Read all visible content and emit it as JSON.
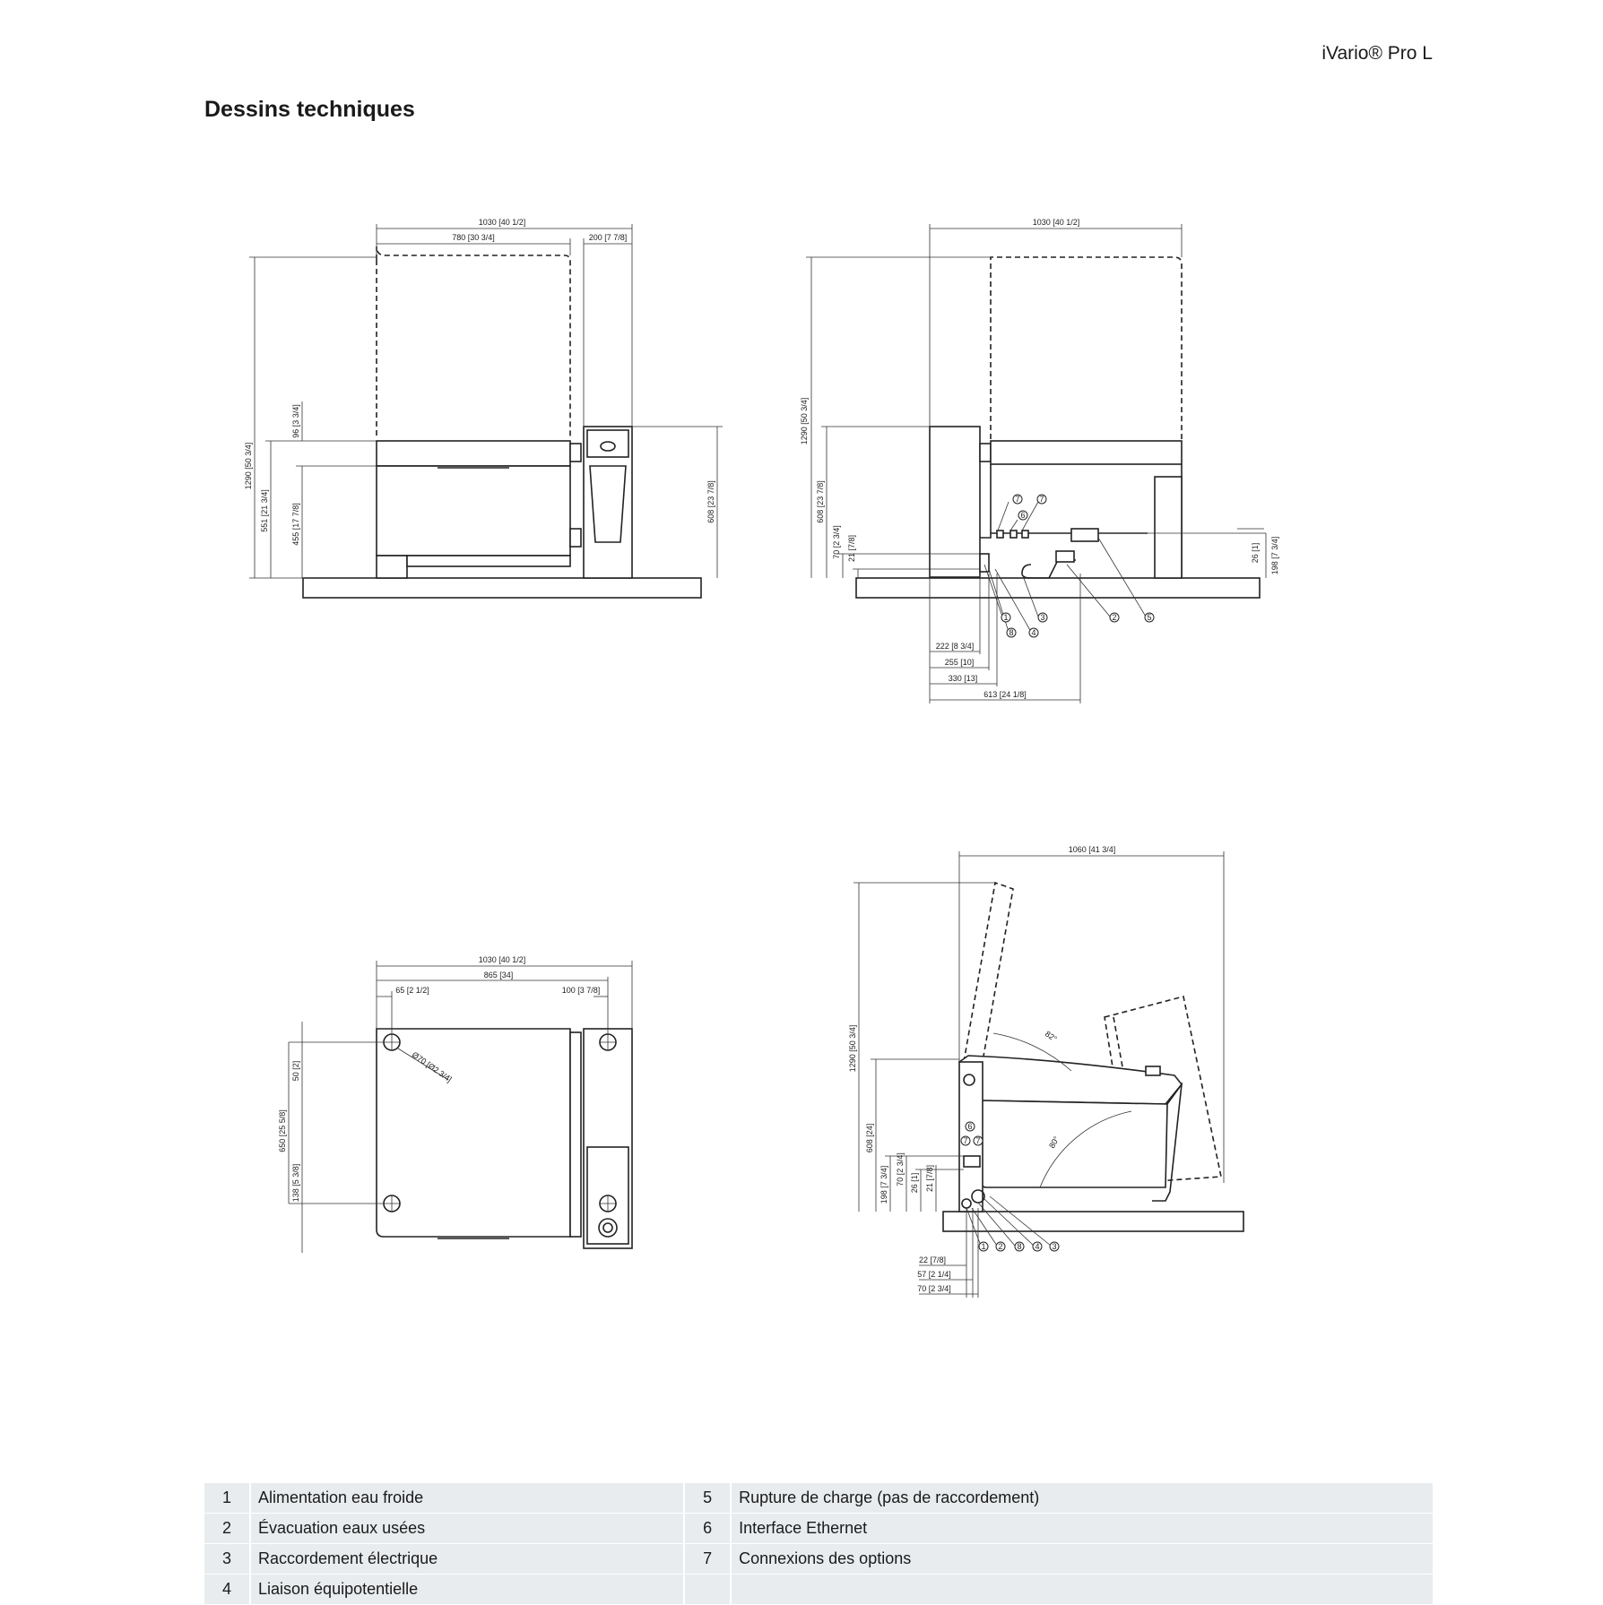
{
  "header": {
    "product": "iVario® Pro L"
  },
  "title": "Dessins techniques",
  "drawings": {
    "front": {
      "dims": [
        "1030 [40 1/2]",
        "780 [30 3/4]",
        "200 [7 7/8]",
        "1290 [50 3/4]",
        "551 [21 3/4]",
        "96 [3 3/4]",
        "455 [17 7/8]",
        "608 [23 7/8]"
      ]
    },
    "side": {
      "dims": [
        "1030 [40 1/2]",
        "1290 [50 3/4]",
        "608 [23 7/8]",
        "70 [2 3/4]",
        "21 [7/8]",
        "26 [1]",
        "198 [7 3/4]",
        "222 [8 3/4]",
        "255 [10]",
        "330 [13]",
        "613 [24 1/8]"
      ],
      "callouts": [
        "7",
        "7",
        "6",
        "1",
        "8",
        "4",
        "3",
        "2",
        "5"
      ]
    },
    "top": {
      "dims": [
        "1030 [40 1/2]",
        "865 [34]",
        "65 [2 1/2]",
        "100 [3 7/8]",
        "50 [2]",
        "650 [25 5/8]",
        "138 [5 3/8]",
        "Ø70 [Ø2 3/4]"
      ]
    },
    "tilt": {
      "dims": [
        "1060 [41 3/4]",
        "1290 [50 3/4]",
        "608 [24]",
        "198 [7 3/4]",
        "70 [2 3/4]",
        "26 [1]",
        "21 [7/8]",
        "22 [7/8]",
        "57 [2 1/4]",
        "70 [2 3/4]",
        "82°",
        "80°"
      ],
      "callouts": [
        "6",
        "7",
        "7",
        "1",
        "2",
        "8",
        "4",
        "3"
      ]
    }
  },
  "legend": [
    {
      "left_num": "1",
      "left_text": "Alimentation eau froide",
      "right_num": "5",
      "right_text": "Rupture de charge (pas de raccordement)"
    },
    {
      "left_num": "2",
      "left_text": "Évacuation eaux usées",
      "right_num": "6",
      "right_text": "Interface Ethernet"
    },
    {
      "left_num": "3",
      "left_text": "Raccordement électrique",
      "right_num": "7",
      "right_text": "Connexions des options"
    },
    {
      "left_num": "4",
      "left_text": "Liaison équipotentielle",
      "right_num": "",
      "right_text": ""
    }
  ]
}
